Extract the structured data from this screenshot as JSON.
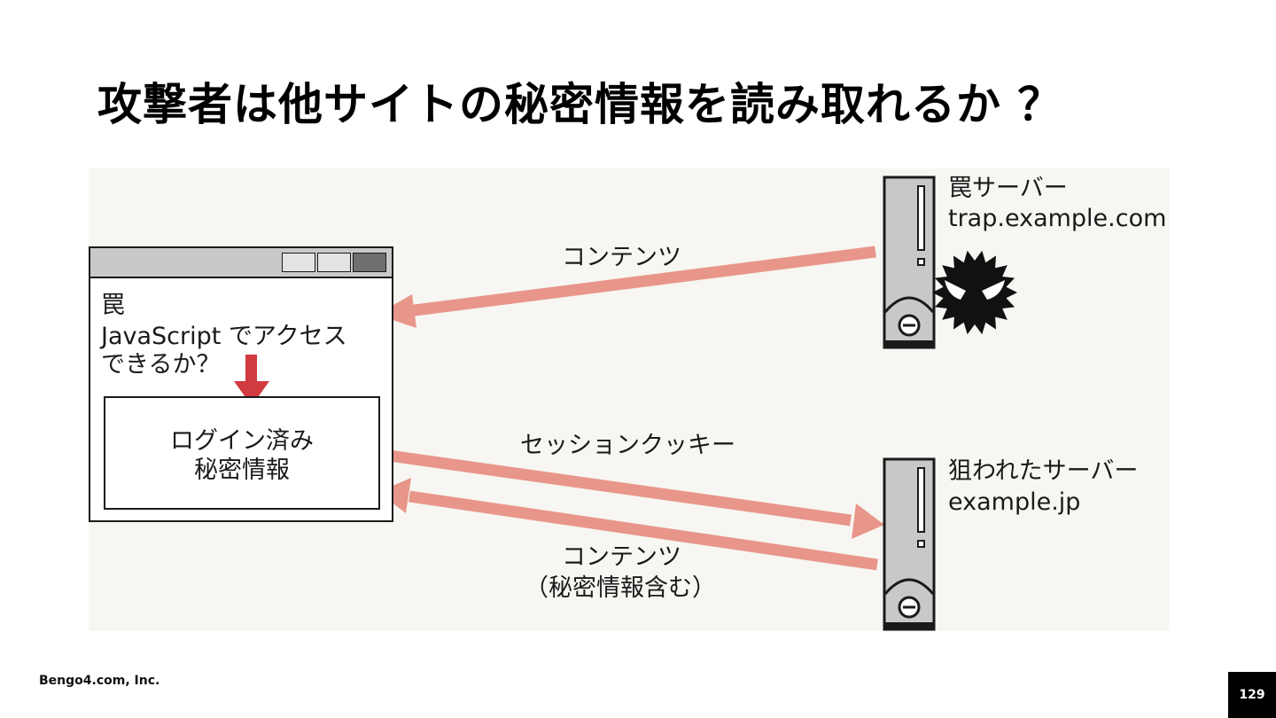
{
  "slide": {
    "title": "攻撃者は他サイトの秘密情報を読み取れるか ？",
    "company": "Bengo4.com, Inc.",
    "page_number": "129"
  },
  "diagram": {
    "trap_server": {
      "name": "罠サーバー",
      "host": "trap.example.com"
    },
    "target_server": {
      "name": "狙われたサーバー",
      "host": "example.jp"
    },
    "browser": {
      "line1": "罠",
      "line2": "JavaScript でアクセス",
      "line3": "できるか？",
      "secret_line1": "ログイン済み",
      "secret_line2": "秘密情報"
    },
    "arrows": {
      "trap_content": "コンテンツ",
      "session_cookie": "セッションクッキー",
      "target_content": "コンテンツ",
      "target_content_note": "（秘密情報含む）"
    },
    "colors": {
      "arrow": "#e8968a",
      "access_arrow": "#d13a3f",
      "server_body": "#c8c8c8"
    },
    "icons": [
      "server-icon",
      "attacker-icon",
      "down-arrow-icon"
    ]
  }
}
